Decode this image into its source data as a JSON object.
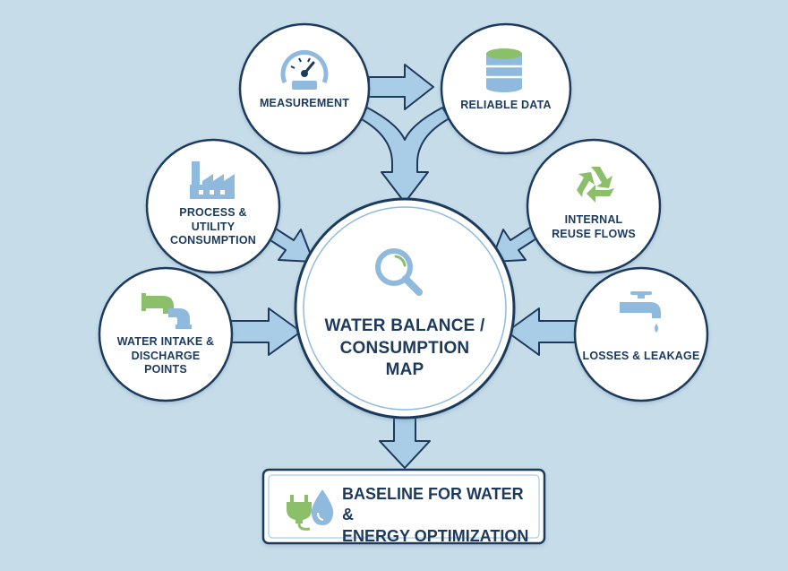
{
  "center": {
    "title": "WATER BALANCE /\nCONSUMPTION\nMAP",
    "icon": "magnifier-icon"
  },
  "nodes": {
    "measurement": {
      "label": "MEASUREMENT",
      "icon": "gauge-icon"
    },
    "reliable_data": {
      "label": "RELIABLE DATA",
      "icon": "database-icon"
    },
    "process": {
      "label": "PROCESS &\nUTILITY\nCONSUMPTION",
      "icon": "factory-icon"
    },
    "reuse": {
      "label": "INTERNAL\nREUSE FLOWS",
      "icon": "recycle-icon"
    },
    "intake": {
      "label": "WATER INTAKE &\nDISCHARGE\nPOINTS",
      "icon": "pipe-icon"
    },
    "losses": {
      "label": "LOSSES & LEAKAGE",
      "icon": "faucet-icon"
    }
  },
  "output": {
    "label": "BASELINE FOR WATER &\nENERGY OPTIMIZATION",
    "icons": [
      "plug-icon",
      "water-drop-icon"
    ]
  },
  "colors": {
    "background": "#c6dce9",
    "outline": "#1d3a5c",
    "arrow_fill": "#a9cde6",
    "icon_blue": "#8fb9dd",
    "icon_green": "#8cbf6a",
    "circle_fill": "#ffffff"
  }
}
